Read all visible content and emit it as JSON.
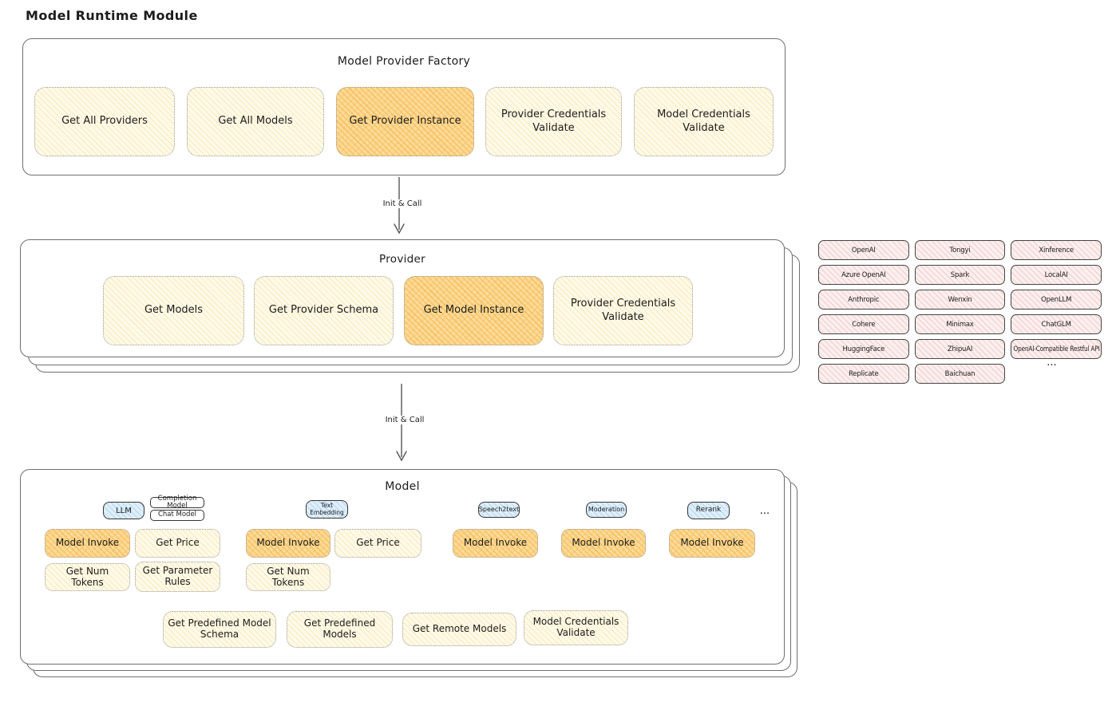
{
  "page": {
    "title": "Model Runtime Module"
  },
  "colors": {
    "ink": "#1c1c1c",
    "border_gray": "#6f6f6f",
    "dotted_gray": "#9b9b9b",
    "cream": "#fffae8",
    "orange": "#fcdb97",
    "pink": "#fcefef",
    "blue": "#deeffb",
    "arrow": "#555555"
  },
  "arrows": {
    "label1": "Init & Call",
    "label2": "Init & Call"
  },
  "factory": {
    "title": "Model Provider Factory",
    "buttons": [
      {
        "label": "Get All Providers"
      },
      {
        "label": "Get All Models"
      },
      {
        "label": "Get Provider Instance"
      },
      {
        "label": "Provider Credentials Validate"
      },
      {
        "label": "Model Credentials Validate"
      }
    ]
  },
  "provider": {
    "title": "Provider",
    "buttons": [
      {
        "label": "Get Models"
      },
      {
        "label": "Get Provider Schema"
      },
      {
        "label": "Get Model Instance"
      },
      {
        "label": "Provider Credentials Validate"
      }
    ]
  },
  "provider_list": {
    "items": [
      "OpenAI",
      "Tongyi",
      "Xinference",
      "Azure OpenAI",
      "Spark",
      "LocalAI",
      "Anthropic",
      "Wenxin",
      "OpenLLM",
      "Cohere",
      "Minimax",
      "ChatGLM",
      "HuggingFace",
      "ZhipuAI",
      "OpenAI-Compatible Restful API",
      "Replicate",
      "Baichuan"
    ],
    "more_label": "..."
  },
  "model": {
    "title": "Model",
    "tabs": {
      "llm": "LLM",
      "completion": "Completion Model",
      "chat": "Chat Model",
      "text_embedding": "Text Embedding",
      "speech2text": "Speech2text",
      "moderation": "Moderation",
      "rerank": "Rerank",
      "more": "..."
    },
    "buttons": {
      "model_invoke": "Model Invoke",
      "get_price": "Get Price",
      "get_num_tokens": "Get Num Tokens",
      "get_parameter_rules": "Get Parameter Rules",
      "get_predefined_model_schema": "Get Predefined Model Schema",
      "get_predefined_models": "Get Predefined Models",
      "get_remote_models": "Get Remote Models",
      "model_credentials_validate": "Model Credentials Validate"
    }
  }
}
